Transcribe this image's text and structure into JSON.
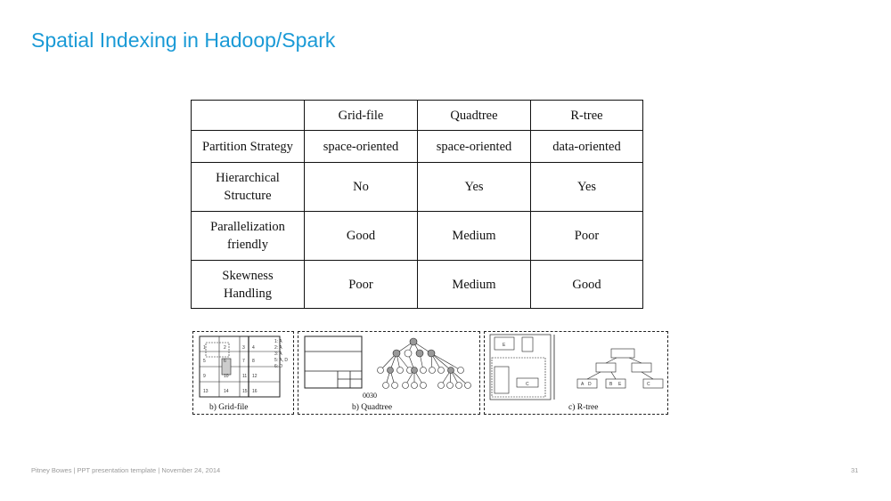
{
  "slide": {
    "title": "Spatial Indexing in Hadoop/Spark",
    "footer": "Pitney Bowes | PPT presentation template | November 24, 2014",
    "page_number": "31",
    "title_color": "#1a9ad6"
  },
  "table": {
    "headers": [
      "",
      "Grid-file",
      "Quadtree",
      "R-tree"
    ],
    "rows": [
      {
        "label": [
          "Partition Strategy"
        ],
        "cells": [
          "space-oriented",
          "space-oriented",
          "data-oriented"
        ]
      },
      {
        "label": [
          "Hierarchical",
          "Structure"
        ],
        "cells": [
          "No",
          "Yes",
          "Yes"
        ]
      },
      {
        "label": [
          "Parallelization",
          "friendly"
        ],
        "cells": [
          "Good",
          "Medium",
          "Poor"
        ]
      },
      {
        "label": [
          "Skewness",
          "Handling"
        ],
        "cells": [
          "Poor",
          "Medium",
          "Good"
        ]
      }
    ]
  },
  "figures": {
    "grid_caption": "b) Grid-file",
    "grid_cells": [
      "1",
      "2",
      "3",
      "4",
      "5",
      "6",
      "7",
      "8",
      "9",
      "10",
      "11",
      "12",
      "13",
      "14",
      "15",
      "16"
    ],
    "grid_legend": [
      "1: A",
      "2: A",
      "3: A",
      "5: A, D",
      "6: D"
    ],
    "quad_caption": "b) Quadtree",
    "quad_label": "0030",
    "rtree_caption": "c) R-tree",
    "rtree_labels": [
      "E",
      "C",
      "A",
      "D",
      "B"
    ]
  }
}
